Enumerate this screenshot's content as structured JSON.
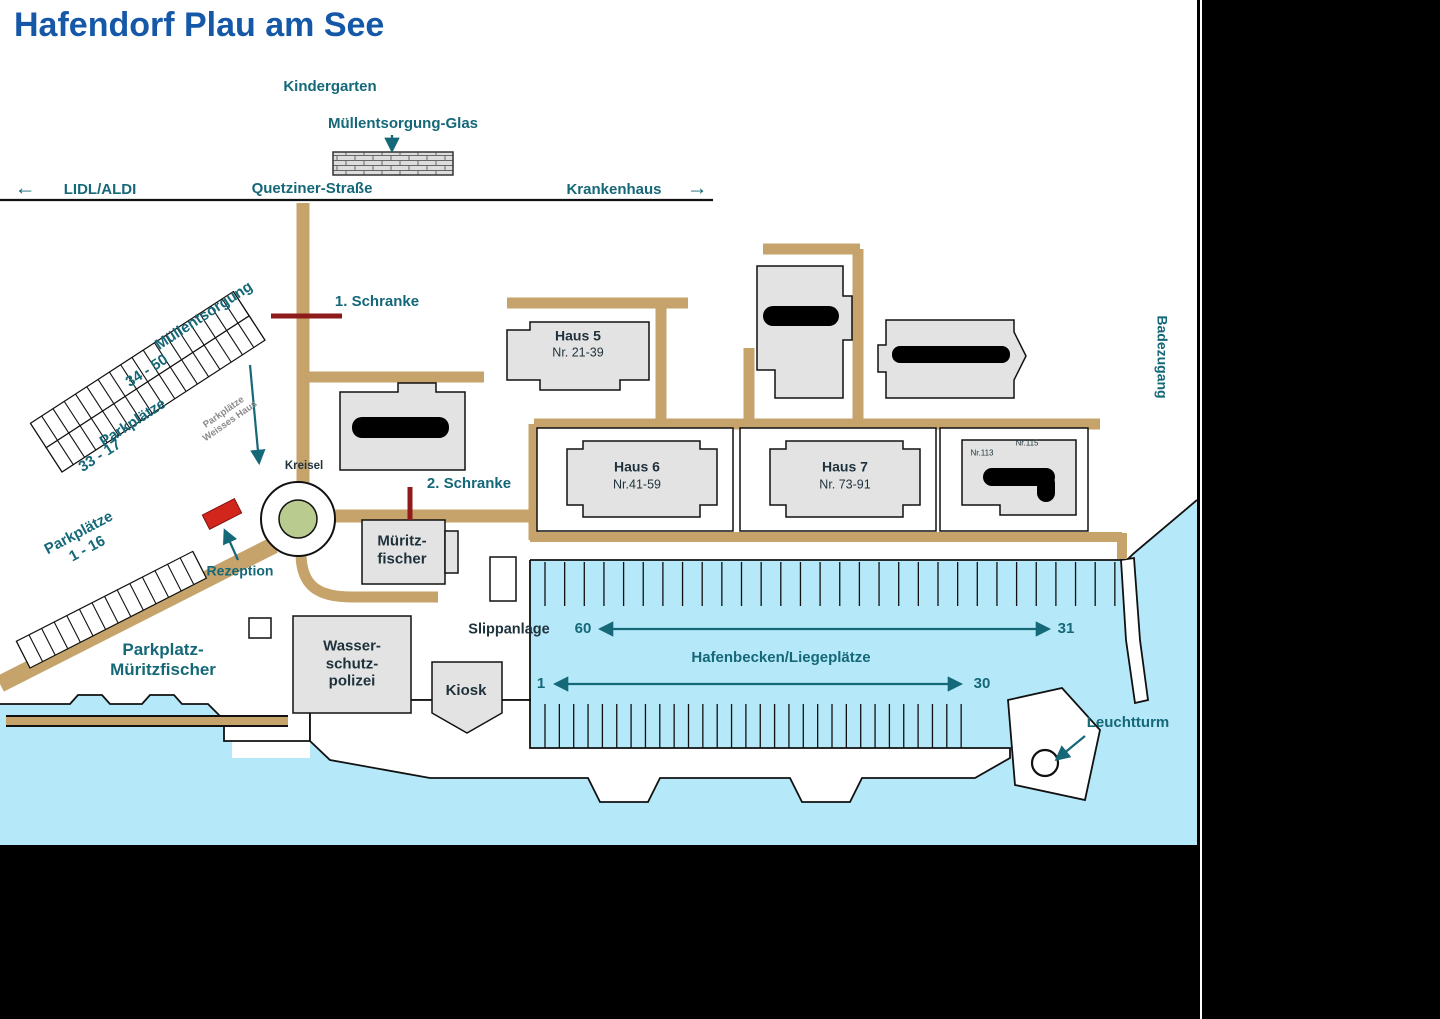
{
  "title": "Hafendorf Plau am See",
  "colors": {
    "title": "#1558a8",
    "teal": "#156878",
    "dark": "#1f323c",
    "road": "#c5a36b",
    "water": "#b5e8f8",
    "building": "#e3e3e3",
    "barrier": "#8e1b1b",
    "reception": "#d2251c",
    "green": "#b9cb8f"
  },
  "top": {
    "kindergarten": "Kindergarten",
    "glass": "Müllentsorgung-Glas"
  },
  "street": {
    "left_arrow": "←",
    "left_label": "LIDL/ALDI",
    "name": "Quetziner-Straße",
    "right_label": "Krankenhaus",
    "right_arrow": "→"
  },
  "access": {
    "barrier1": "1. Schranke",
    "barrier2": "2. Schranke",
    "waste": "Müllentsorgung",
    "kreisel": "Kreisel",
    "rezeption": "Rezeption"
  },
  "parking": {
    "white_house_note_1": "Parkplätze",
    "white_house_note_2": "Weisses Haus",
    "upper_top": "34 - 50",
    "upper_label": "Parkplätze",
    "upper_bottom": "33 - 17",
    "lower_label": "Parkplätze",
    "lower_range": "1 - 16",
    "mueritzfischer_1": "Parkplatz-",
    "mueritzfischer_2": "Müritzfischer"
  },
  "buildings": {
    "haus5_name": "Haus 5",
    "haus5_nr": "Nr. 21-39",
    "haus6_name": "Haus 6",
    "haus6_nr": "Nr.41-59",
    "haus7_name": "Haus 7",
    "haus7_nr": "Nr. 73-91",
    "nr113": "Nr.113",
    "nr115": "Nr.115",
    "mf1": "Müritz-",
    "mf2": "fischer",
    "wsp1": "Wasser-",
    "wsp2": "schutz-",
    "wsp3": "polizei",
    "kiosk": "Kiosk"
  },
  "harbor": {
    "slipway": "Slippanlage",
    "basin": "Hafenbecken/Liegeplätze",
    "top_from": "60",
    "top_to": "31",
    "bottom_from": "1",
    "bottom_to": "30",
    "lighthouse": "Leuchtturm",
    "bath": "Badezugang"
  }
}
